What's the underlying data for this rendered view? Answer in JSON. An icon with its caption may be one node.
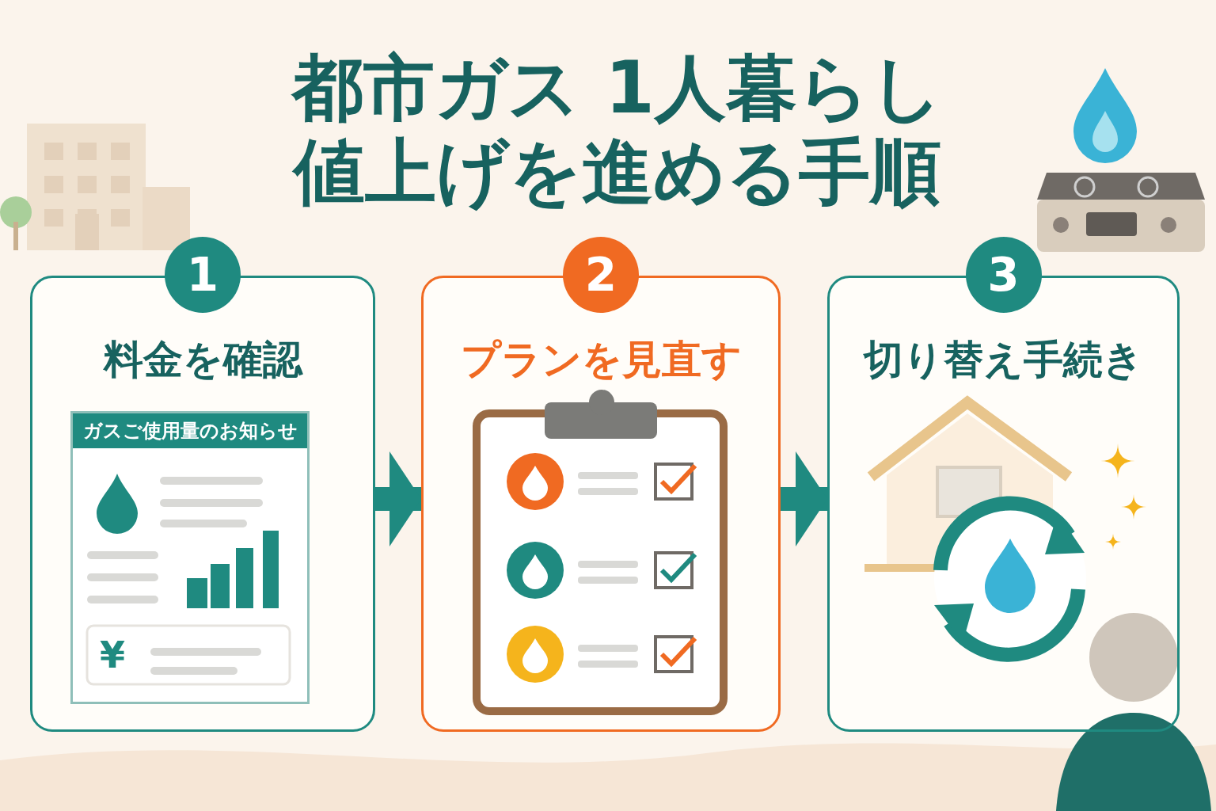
{
  "diagram": {
    "title": "都市ガス 1人暮らし**値上げ**を進める手順",
    "nodes": [
      {
        "text": [
          "1",
          "料金を確認"
        ]
      },
      {
        "text": [
          "ガスご使用量のお知らせ"
        ],
        "in": 0
      },
      {
        "text": [
          "2",
          "プランを見直す"
        ]
      },
      {
        "text": [
          "3",
          "切り替え手続き"
        ]
      }
    ],
    "edges": [
      {
        "from": 0,
        "to": 2,
        "arrow": "to"
      },
      {
        "from": 2,
        "to": 3,
        "arrow": "to"
      }
    ],
    "labels": [
      "¥"
    ]
  }
}
